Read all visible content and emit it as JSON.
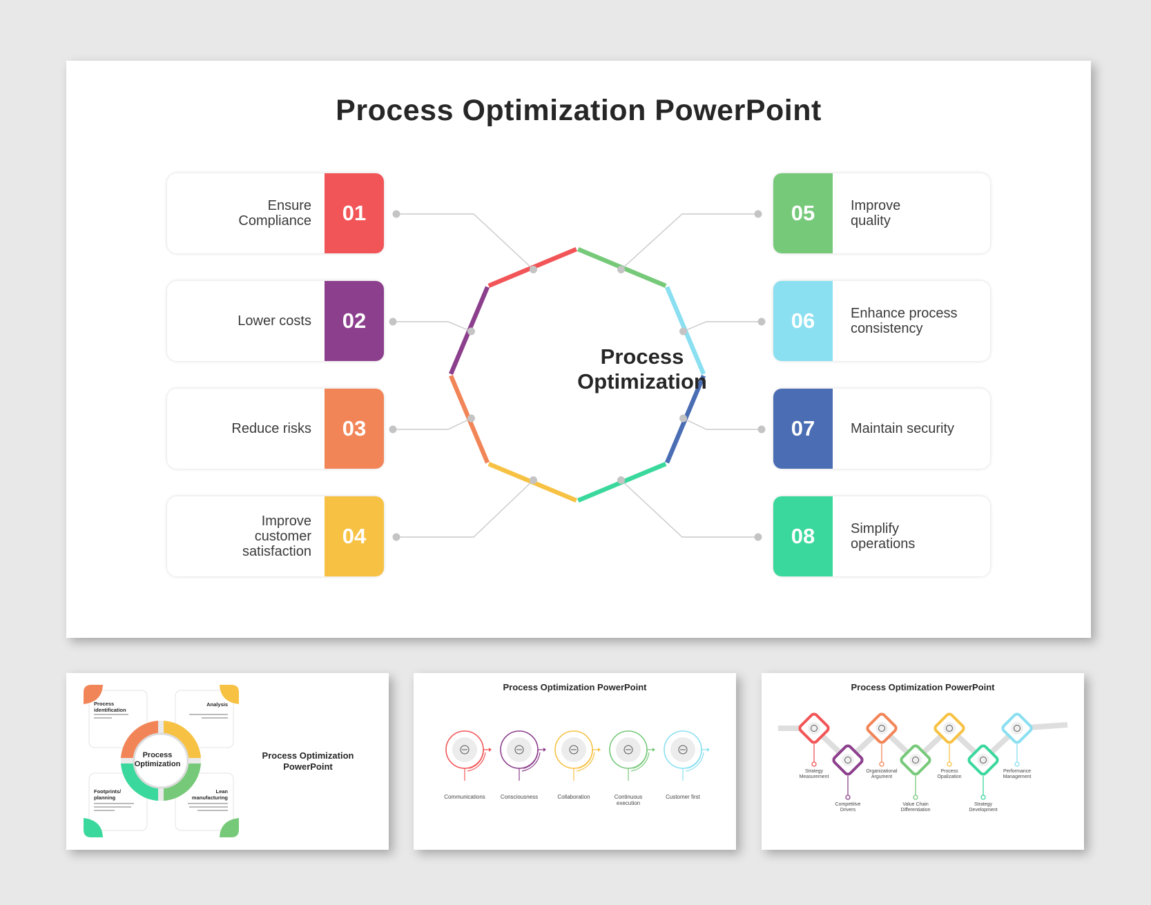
{
  "main": {
    "title": "Process Optimization PowerPoint",
    "center_label": [
      "Process",
      "Optimization"
    ],
    "items": [
      {
        "number": "01",
        "lines": [
          "Ensure",
          "Compliance"
        ],
        "color": "#f25557"
      },
      {
        "number": "02",
        "lines": [
          "Lower costs"
        ],
        "color": "#8c3f8c"
      },
      {
        "number": "03",
        "lines": [
          "Reduce risks"
        ],
        "color": "#f28558"
      },
      {
        "number": "04",
        "lines": [
          "Improve",
          "customer",
          "satisfaction"
        ],
        "color": "#f7c244"
      },
      {
        "number": "05",
        "lines": [
          "Improve",
          "quality"
        ],
        "color": "#77c97a"
      },
      {
        "number": "06",
        "lines": [
          "Enhance process",
          "consistency"
        ],
        "color": "#8adff0"
      },
      {
        "number": "07",
        "lines": [
          "Maintain security"
        ],
        "color": "#4a6db3"
      },
      {
        "number": "08",
        "lines": [
          "Simplify",
          "operations"
        ],
        "color": "#3ad89c"
      }
    ]
  },
  "thumb1": {
    "title": [
      "Process Optimization",
      "PowerPoint"
    ],
    "center": [
      "Process",
      "Optimization"
    ],
    "boxes": [
      {
        "title": [
          "Process",
          "identification"
        ],
        "colors": [
          "#f28558"
        ]
      },
      {
        "title": [
          "Analysis"
        ],
        "colors": [
          "#f7c244"
        ]
      },
      {
        "title": [
          "Footprints/",
          "planning"
        ],
        "colors": [
          "#3ad89c"
        ]
      },
      {
        "title": [
          "Lean",
          "manufacturing"
        ],
        "colors": [
          "#77c97a"
        ]
      }
    ]
  },
  "thumb2": {
    "title": "Process Optimization PowerPoint",
    "steps": [
      {
        "label": [
          "Communications"
        ],
        "color": "#f25557",
        "icon": "megaphone-icon"
      },
      {
        "label": [
          "Consciousness"
        ],
        "color": "#8c3f8c",
        "icon": "brain-icon"
      },
      {
        "label": [
          "Collaboration"
        ],
        "color": "#f7c244",
        "icon": "handshake-icon"
      },
      {
        "label": [
          "Continuous",
          "execution"
        ],
        "color": "#77c97a",
        "icon": "gears-icon"
      },
      {
        "label": [
          "Customer first"
        ],
        "color": "#8adff0",
        "icon": "team-icon"
      }
    ]
  },
  "thumb3": {
    "title": "Process Optimization PowerPoint",
    "nodes": [
      {
        "label": [
          "Strategy",
          "Measurement"
        ],
        "color": "#f25557",
        "position": "up",
        "icon": "chart-icon"
      },
      {
        "label": [
          "Competitive",
          "Drivers"
        ],
        "color": "#8c3f8c",
        "position": "down",
        "icon": "people-icon"
      },
      {
        "label": [
          "Organizational",
          "Argument"
        ],
        "color": "#f28558",
        "position": "up",
        "icon": "discussion-icon"
      },
      {
        "label": [
          "Value Chain",
          "Differentiation"
        ],
        "color": "#77c97a",
        "position": "down",
        "icon": "hand-icon"
      },
      {
        "label": [
          "Process",
          "Opalization"
        ],
        "color": "#f7c244",
        "position": "up",
        "icon": "gear-icon"
      },
      {
        "label": [
          "Strategy",
          "Development"
        ],
        "color": "#3ad89c",
        "position": "down",
        "icon": "lightbulb-icon"
      },
      {
        "label": [
          "Performance",
          "Management"
        ],
        "color": "#8adff0",
        "position": "up",
        "icon": "settings-icon"
      }
    ]
  }
}
